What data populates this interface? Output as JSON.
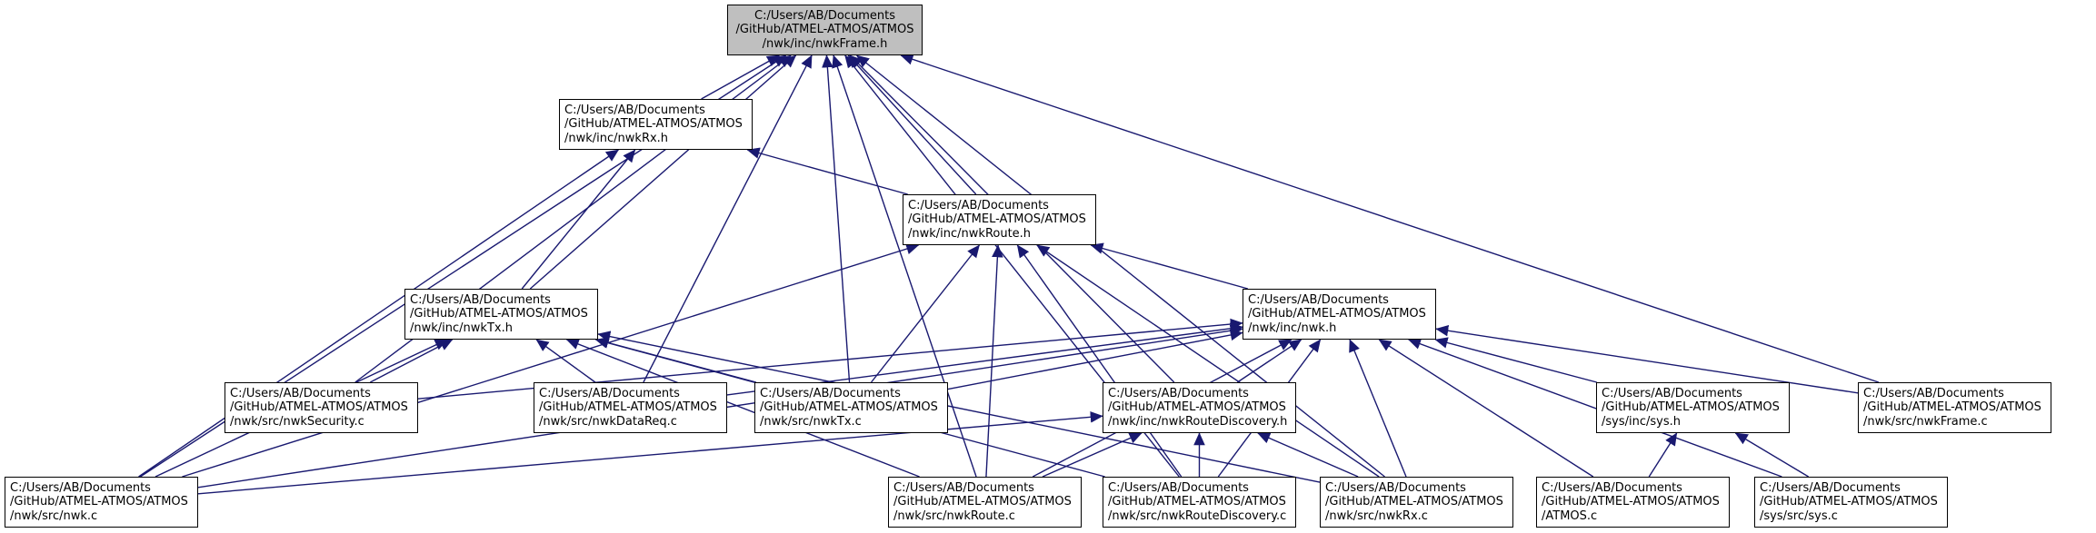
{
  "graph": {
    "edge_color": "#191970",
    "root_fill": "#bfbfbf",
    "nodes": [
      {
        "id": "nwkFrame_h",
        "lines": [
          "C:/Users/AB/Documents",
          "/GitHub/ATMEL-ATMOS/ATMOS",
          "/nwk/inc/nwkFrame.h"
        ]
      },
      {
        "id": "nwkRx_h",
        "lines": [
          "C:/Users/AB/Documents",
          "/GitHub/ATMEL-ATMOS/ATMOS",
          "/nwk/inc/nwkRx.h"
        ]
      },
      {
        "id": "nwkRoute_h",
        "lines": [
          "C:/Users/AB/Documents",
          "/GitHub/ATMEL-ATMOS/ATMOS",
          "/nwk/inc/nwkRoute.h"
        ]
      },
      {
        "id": "nwkTx_h",
        "lines": [
          "C:/Users/AB/Documents",
          "/GitHub/ATMEL-ATMOS/ATMOS",
          "/nwk/inc/nwkTx.h"
        ]
      },
      {
        "id": "nwk_h",
        "lines": [
          "C:/Users/AB/Documents",
          "/GitHub/ATMEL-ATMOS/ATMOS",
          "/nwk/inc/nwk.h"
        ]
      },
      {
        "id": "nwkSecurity_c",
        "lines": [
          "C:/Users/AB/Documents",
          "/GitHub/ATMEL-ATMOS/ATMOS",
          "/nwk/src/nwkSecurity.c"
        ]
      },
      {
        "id": "nwkDataReq_c",
        "lines": [
          "C:/Users/AB/Documents",
          "/GitHub/ATMEL-ATMOS/ATMOS",
          "/nwk/src/nwkDataReq.c"
        ]
      },
      {
        "id": "nwkTx_c",
        "lines": [
          "C:/Users/AB/Documents",
          "/GitHub/ATMEL-ATMOS/ATMOS",
          "/nwk/src/nwkTx.c"
        ]
      },
      {
        "id": "nwkRouteDiscovery_h",
        "lines": [
          "C:/Users/AB/Documents",
          "/GitHub/ATMEL-ATMOS/ATMOS",
          "/nwk/inc/nwkRouteDiscovery.h"
        ]
      },
      {
        "id": "sys_h",
        "lines": [
          "C:/Users/AB/Documents",
          "/GitHub/ATMEL-ATMOS/ATMOS",
          "/sys/inc/sys.h"
        ]
      },
      {
        "id": "nwkFrame_c",
        "lines": [
          "C:/Users/AB/Documents",
          "/GitHub/ATMEL-ATMOS/ATMOS",
          "/nwk/src/nwkFrame.c"
        ]
      },
      {
        "id": "nwk_c",
        "lines": [
          "C:/Users/AB/Documents",
          "/GitHub/ATMEL-ATMOS/ATMOS",
          "/nwk/src/nwk.c"
        ]
      },
      {
        "id": "nwkRoute_c",
        "lines": [
          "C:/Users/AB/Documents",
          "/GitHub/ATMEL-ATMOS/ATMOS",
          "/nwk/src/nwkRoute.c"
        ]
      },
      {
        "id": "nwkRouteDiscovery_c",
        "lines": [
          "C:/Users/AB/Documents",
          "/GitHub/ATMEL-ATMOS/ATMOS",
          "/nwk/src/nwkRouteDiscovery.c"
        ]
      },
      {
        "id": "nwkRx_c",
        "lines": [
          "C:/Users/AB/Documents",
          "/GitHub/ATMEL-ATMOS/ATMOS",
          "/nwk/src/nwkRx.c"
        ]
      },
      {
        "id": "ATMOS_c",
        "lines": [
          "C:/Users/AB/Documents",
          "/GitHub/ATMEL-ATMOS/ATMOS",
          "/ATMOS.c"
        ]
      },
      {
        "id": "sys_c",
        "lines": [
          "C:/Users/AB/Documents",
          "/GitHub/ATMEL-ATMOS/ATMOS",
          "/sys/src/sys.c"
        ]
      }
    ],
    "edges": [
      {
        "from": "nwkRx_h",
        "to": "nwkFrame_h"
      },
      {
        "from": "nwkRoute_h",
        "to": "nwkFrame_h"
      },
      {
        "from": "nwkTx_h",
        "to": "nwkFrame_h"
      },
      {
        "from": "nwkSecurity_c",
        "to": "nwkFrame_h"
      },
      {
        "from": "nwkDataReq_c",
        "to": "nwkFrame_h"
      },
      {
        "from": "nwkTx_c",
        "to": "nwkFrame_h"
      },
      {
        "from": "nwkRouteDiscovery_h",
        "to": "nwkFrame_h"
      },
      {
        "from": "nwkFrame_c",
        "to": "nwkFrame_h"
      },
      {
        "from": "nwk_c",
        "to": "nwkFrame_h"
      },
      {
        "from": "nwkRoute_c",
        "to": "nwkFrame_h"
      },
      {
        "from": "nwkRouteDiscovery_c",
        "to": "nwkFrame_h"
      },
      {
        "from": "nwkRx_c",
        "to": "nwkFrame_h"
      },
      {
        "from": "nwkRoute_h",
        "to": "nwkRx_h"
      },
      {
        "from": "nwkTx_h",
        "to": "nwkRx_h"
      },
      {
        "from": "nwk_c",
        "to": "nwkRx_h"
      },
      {
        "from": "nwk_h",
        "to": "nwkRoute_h"
      },
      {
        "from": "nwkTx_c",
        "to": "nwkRoute_h"
      },
      {
        "from": "nwk_c",
        "to": "nwkRoute_h"
      },
      {
        "from": "nwkRoute_c",
        "to": "nwkRoute_h"
      },
      {
        "from": "nwkRouteDiscovery_c",
        "to": "nwkRoute_h"
      },
      {
        "from": "nwkRx_c",
        "to": "nwkRoute_h"
      },
      {
        "from": "nwkSecurity_c",
        "to": "nwkTx_h"
      },
      {
        "from": "nwkDataReq_c",
        "to": "nwkTx_h"
      },
      {
        "from": "nwkTx_c",
        "to": "nwkTx_h"
      },
      {
        "from": "nwk_c",
        "to": "nwkTx_h"
      },
      {
        "from": "nwkRoute_c",
        "to": "nwkTx_h"
      },
      {
        "from": "nwkRouteDiscovery_c",
        "to": "nwkTx_h"
      },
      {
        "from": "nwkRx_c",
        "to": "nwkTx_h"
      },
      {
        "from": "nwkSecurity_c",
        "to": "nwk_h"
      },
      {
        "from": "nwkDataReq_c",
        "to": "nwk_h"
      },
      {
        "from": "nwkTx_c",
        "to": "nwk_h"
      },
      {
        "from": "nwkRouteDiscovery_h",
        "to": "nwk_h"
      },
      {
        "from": "sys_h",
        "to": "nwk_h"
      },
      {
        "from": "nwkFrame_c",
        "to": "nwk_h"
      },
      {
        "from": "nwk_c",
        "to": "nwk_h"
      },
      {
        "from": "nwkRoute_c",
        "to": "nwk_h"
      },
      {
        "from": "nwkRouteDiscovery_c",
        "to": "nwk_h"
      },
      {
        "from": "nwkRx_c",
        "to": "nwk_h"
      },
      {
        "from": "ATMOS_c",
        "to": "nwk_h"
      },
      {
        "from": "sys_c",
        "to": "nwk_h"
      },
      {
        "from": "nwk_c",
        "to": "nwkRouteDiscovery_h"
      },
      {
        "from": "nwkRoute_c",
        "to": "nwkRouteDiscovery_h"
      },
      {
        "from": "nwkRouteDiscovery_c",
        "to": "nwkRouteDiscovery_h"
      },
      {
        "from": "nwkRx_c",
        "to": "nwkRouteDiscovery_h"
      },
      {
        "from": "ATMOS_c",
        "to": "sys_h"
      },
      {
        "from": "sys_c",
        "to": "sys_h"
      }
    ]
  }
}
